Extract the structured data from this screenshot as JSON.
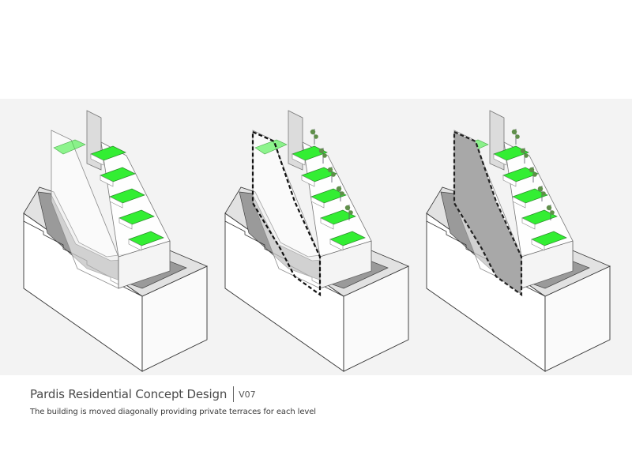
{
  "caption": {
    "title": "Pardis Residential Concept Design",
    "version": "V07",
    "subtitle": "The building is moved diagonally providing private terraces for each level"
  },
  "colors": {
    "terrace_green": "#33ee33",
    "board_background": "#f3f3f3",
    "site_face": "#ffffff",
    "site_outline": "#333333",
    "cut_gray": "#9a9a9a",
    "wall_gray": "#a8a8a8",
    "tree_green": "#5f8f4a"
  },
  "panels": [
    {
      "name": "massing-stepped",
      "terraces": 5,
      "trees": false,
      "dashed_outline": false,
      "solid_wall": false
    },
    {
      "name": "massing-with-trees-outlined",
      "terraces": 5,
      "trees": true,
      "dashed_outline": true,
      "solid_wall": false
    },
    {
      "name": "massing-with-wall",
      "terraces": 5,
      "trees": true,
      "dashed_outline": true,
      "solid_wall": true
    }
  ]
}
